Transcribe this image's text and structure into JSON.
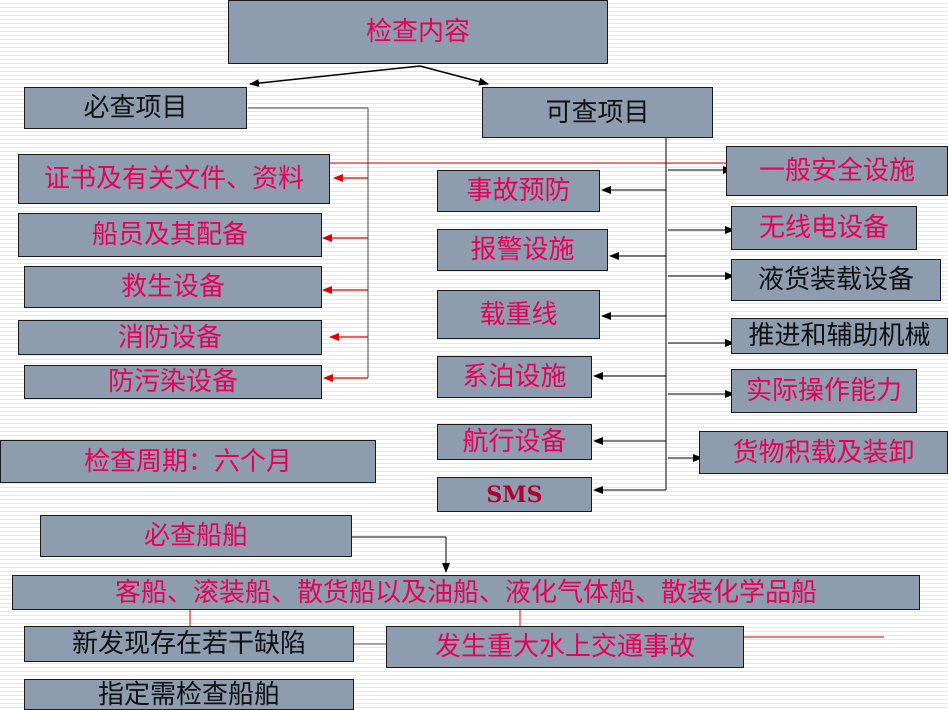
{
  "title": "检查内容",
  "mandatory": {
    "heading": "必查项目",
    "items": [
      "证书及有关文件、资料",
      "船员及其配备",
      "救生设备",
      "消防设备",
      "防污染设备"
    ]
  },
  "optional": {
    "heading": "可查项目",
    "left_items": [
      "事故预防",
      "报警设施",
      "载重线",
      "系泊设施",
      "航行设备",
      "SMS"
    ],
    "right_items": [
      "一般安全设施",
      "无线电设备",
      "液货装载设备",
      "推进和辅助机械",
      "实际操作能力",
      "货物积载及装卸"
    ]
  },
  "period": "检查周期：六个月",
  "ships": {
    "heading": "必查船舶",
    "types": "客船、滚装船、散货船以及油船、液化气体船、散装化学品船",
    "condition_1": "新发现存在若干缺陷",
    "condition_2": "发生重大水上交通事故",
    "designated": "指定需检查船舶"
  },
  "colors": {
    "box_fill": "#8e9cb0",
    "text_dark": "#111111",
    "text_red": "#e8005a",
    "arrow_red": "#e00000"
  }
}
